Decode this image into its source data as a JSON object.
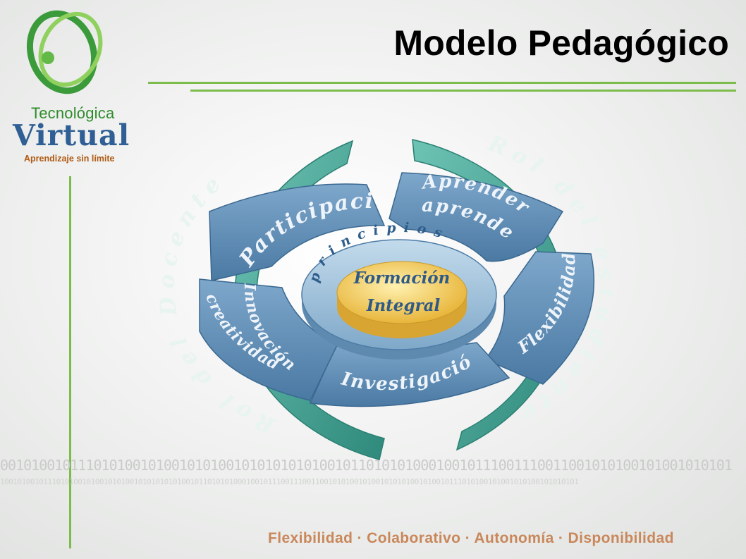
{
  "header": {
    "title": "Modelo Pedagógico"
  },
  "logo": {
    "line1": "Tecnológica",
    "line2": "Virtual",
    "tagline": "Aprendizaje sin límite"
  },
  "diagram": {
    "outer_left": "Rol del Docente",
    "outer_right": "Rol del estudiante",
    "segments": {
      "participacion": "Participación",
      "aprender_line1": "Aprender a",
      "aprender_line2": "aprender",
      "flexibilidad": "Flexibilidad",
      "investigacion": "Investigación",
      "innovacion_line1": "Innovación y",
      "innovacion_line2": "creatividad"
    },
    "ring_label": "principios",
    "center_line1": "Formación",
    "center_line2": "Integral"
  },
  "background": {
    "binary_line1": "0010100101110101001010010101001010101010100101101010100010010111001110011001010100101001010101",
    "binary_line2": "10010100101110101001010010101001010101010100101101010100010010111001110011001010100101001010101001010010111010100101001010100101010101"
  },
  "footer": {
    "text": "Flexibilidad · Colaborativo · Autonomía · Disponibilidad"
  },
  "colors": {
    "accent_green": "#7cbc4b",
    "teal": "#4aa394",
    "blue": "#4e7fa9",
    "gold": "#f2c84f",
    "footer": "#c9875a"
  }
}
